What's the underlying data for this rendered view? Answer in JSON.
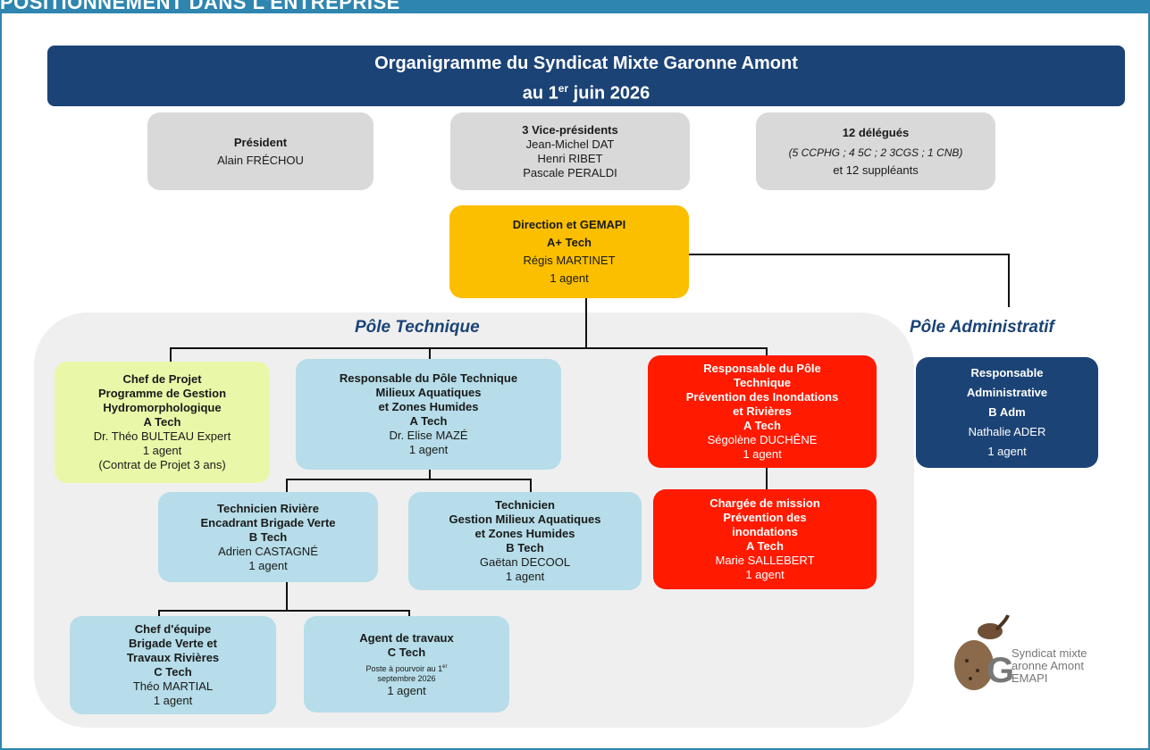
{
  "header": {
    "section_label": "POSITIONNEMENT DANS L'ENTREPRISE"
  },
  "banner": {
    "line1": "Organigramme du Syndicat Mixte Garonne Amont",
    "line2_pre": "au 1",
    "line2_sup": "er",
    "line2_post": " juin 2026"
  },
  "president": {
    "title": "Président",
    "name": "Alain FRÉCHOU"
  },
  "vice": {
    "title": "3 Vice-présidents",
    "names": [
      "Jean-Michel DAT",
      "Henri RIBET",
      "Pascale PERALDI"
    ]
  },
  "delegues": {
    "title": "12 délégués",
    "detail": "(5 CCPHG ; 4 5C ; 2 3CGS ; 1 CNB)",
    "suppleants": "et 12 suppléants"
  },
  "direction": {
    "title": "Direction et GEMAPI",
    "grade": "A+ Tech",
    "name": "Régis MARTINET",
    "agents": "1 agent"
  },
  "poles": {
    "technique": "Pôle Technique",
    "administratif": "Pôle Administratif"
  },
  "chef_projet": {
    "lines": [
      "Chef de Projet",
      "Programme de Gestion",
      "Hydromorphologique",
      "A Tech"
    ],
    "name": "Dr. Théo BULTEAU Expert",
    "agents": "1 agent",
    "note": "(Contrat de Projet 3 ans)"
  },
  "resp_tech": {
    "lines": [
      "Responsable du Pôle Technique",
      "Milieux Aquatiques",
      "et Zones Humides",
      "A Tech"
    ],
    "name": "Dr. Elise MAZÉ",
    "agents": "1 agent"
  },
  "resp_inond": {
    "lines": [
      "Responsable du Pôle",
      "Technique",
      "Prévention des Inondations",
      "et Rivières",
      "A Tech"
    ],
    "name": "Ségolène DUCHÊNE",
    "agents": "1 agent"
  },
  "resp_admin": {
    "lines": [
      "Responsable",
      "Administrative",
      "B Adm"
    ],
    "name": "Nathalie ADER",
    "agents": "1 agent"
  },
  "tech_riviere": {
    "lines": [
      "Technicien Rivière",
      "Encadrant Brigade Verte",
      "B Tech"
    ],
    "name": "Adrien CASTAGNÉ",
    "agents": "1 agent"
  },
  "tech_gestion": {
    "lines": [
      "Technicien",
      "Gestion Milieux Aquatiques",
      "et Zones Humides",
      "B Tech"
    ],
    "name": "Gaëtan DECOOL",
    "agents": "1 agent"
  },
  "chargee": {
    "lines": [
      "Chargée de mission",
      "Prévention des",
      "inondations",
      "A Tech"
    ],
    "name": "Marie SALLEBERT",
    "agents": "1 agent"
  },
  "chef_equipe": {
    "lines": [
      "Chef d'équipe",
      "Brigade Verte et",
      "Travaux Rivières",
      "C Tech"
    ],
    "name": "Théo MARTIAL",
    "agents": "1 agent"
  },
  "agent_travaux": {
    "lines": [
      "Agent de travaux",
      "C Tech"
    ],
    "note_pre": "Poste à pourvoir au 1",
    "note_sup": "er",
    "note_post": " septembre 2026",
    "agents": "1 agent"
  },
  "logo": {
    "line1": "Syndicat mixte",
    "line2": "aronne Amont",
    "line3": "EMAPI",
    "letter": "G"
  }
}
